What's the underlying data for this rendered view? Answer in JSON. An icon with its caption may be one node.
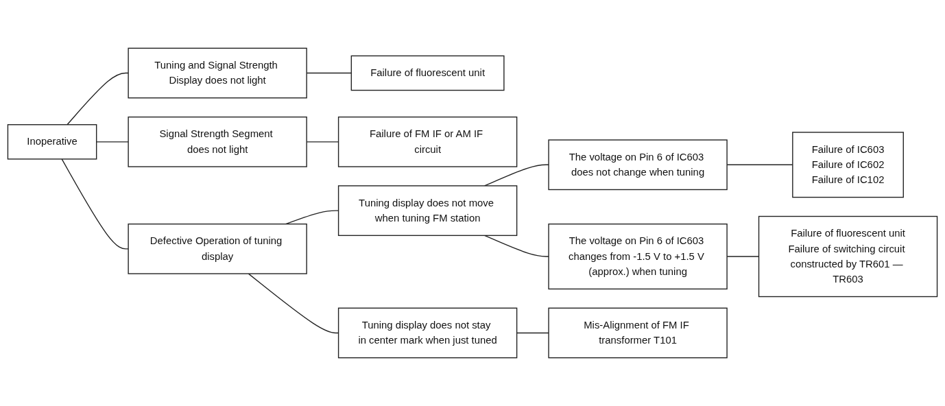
{
  "diagram": {
    "nodes": [
      {
        "text": [
          "Inoperative"
        ]
      },
      {
        "text": [
          "Tuning and Signal Strength Display does not light"
        ]
      },
      {
        "text": [
          "Failure of fluorescent unit"
        ]
      },
      {
        "text": [
          "Signal Strength Segment does not light"
        ]
      },
      {
        "text": [
          "Failure of FM IF or AM IF circuit"
        ]
      },
      {
        "text": [
          "Defective Operation of tuning display"
        ]
      },
      {
        "text": [
          "Tuning display does not move when tuning FM station"
        ]
      },
      {
        "text": [
          "The voltage on Pin 6 of IC603 does not change when tuning"
        ]
      },
      {
        "text": [
          "Failure of IC603",
          "Failure of IC602",
          "Failure of IC102"
        ]
      },
      {
        "text": [
          "The voltage on Pin 6 of IC603 changes from -1.5 V to +1.5 V (approx.) when tuning"
        ]
      },
      {
        "text": [
          "Failure of fluorescent unit",
          "Failure of switching circuit constructed by TR601 — TR603"
        ]
      },
      {
        "text": [
          "Tuning display does not stay in center mark when just tuned"
        ]
      },
      {
        "text": [
          "Mis-Alignment of FM IF transformer T101"
        ]
      }
    ],
    "edges": [
      {
        "from": 0,
        "to": 1,
        "arrow": "none"
      },
      {
        "from": 0,
        "to": 3,
        "arrow": "none"
      },
      {
        "from": 0,
        "to": 5,
        "arrow": "none"
      },
      {
        "from": 1,
        "to": 2,
        "arrow": "none"
      },
      {
        "from": 3,
        "to": 4,
        "arrow": "none"
      },
      {
        "from": 5,
        "to": 6,
        "arrow": "none"
      },
      {
        "from": 5,
        "to": 11,
        "arrow": "none"
      },
      {
        "from": 6,
        "to": 7,
        "arrow": "none"
      },
      {
        "from": 6,
        "to": 9,
        "arrow": "none"
      },
      {
        "from": 7,
        "to": 8,
        "arrow": "none"
      },
      {
        "from": 9,
        "to": 10,
        "arrow": "none"
      },
      {
        "from": 11,
        "to": 12,
        "arrow": "none"
      }
    ]
  }
}
